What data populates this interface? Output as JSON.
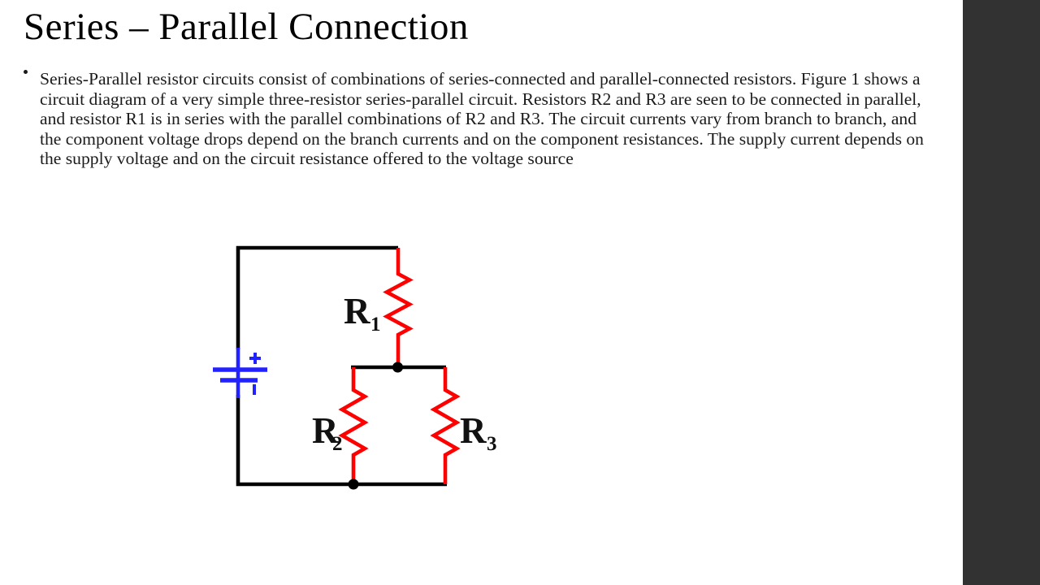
{
  "slide": {
    "title": "Series – Parallel Connection",
    "bullet_text": "Series-Parallel resistor circuits consist of combinations of series-connected and parallel-connected resistors. Figure 1 shows a circuit diagram of a very simple three-resistor series-parallel circuit. Resistors R2 and R3 are seen to be connected in parallel, and resistor R1 is in series with the parallel combinations of R2 and R3. The circuit currents vary from branch to branch, and the component voltage drops depend on the branch currents and on the component resistances. The supply current depends on the supply voltage and on the circuit resistance offered to the voltage source"
  },
  "figure": {
    "labels": {
      "r1": {
        "base": "R",
        "sub": "1"
      },
      "r2": {
        "base": "R",
        "sub": "2"
      },
      "r3": {
        "base": "R",
        "sub": "3"
      }
    },
    "battery": {
      "plus_sign": "+",
      "minus_sign": "−"
    },
    "colors": {
      "wire": "#000000",
      "resistor": "#fe0000",
      "battery": "#2222fe"
    }
  },
  "panel": {
    "color": "#323232"
  }
}
